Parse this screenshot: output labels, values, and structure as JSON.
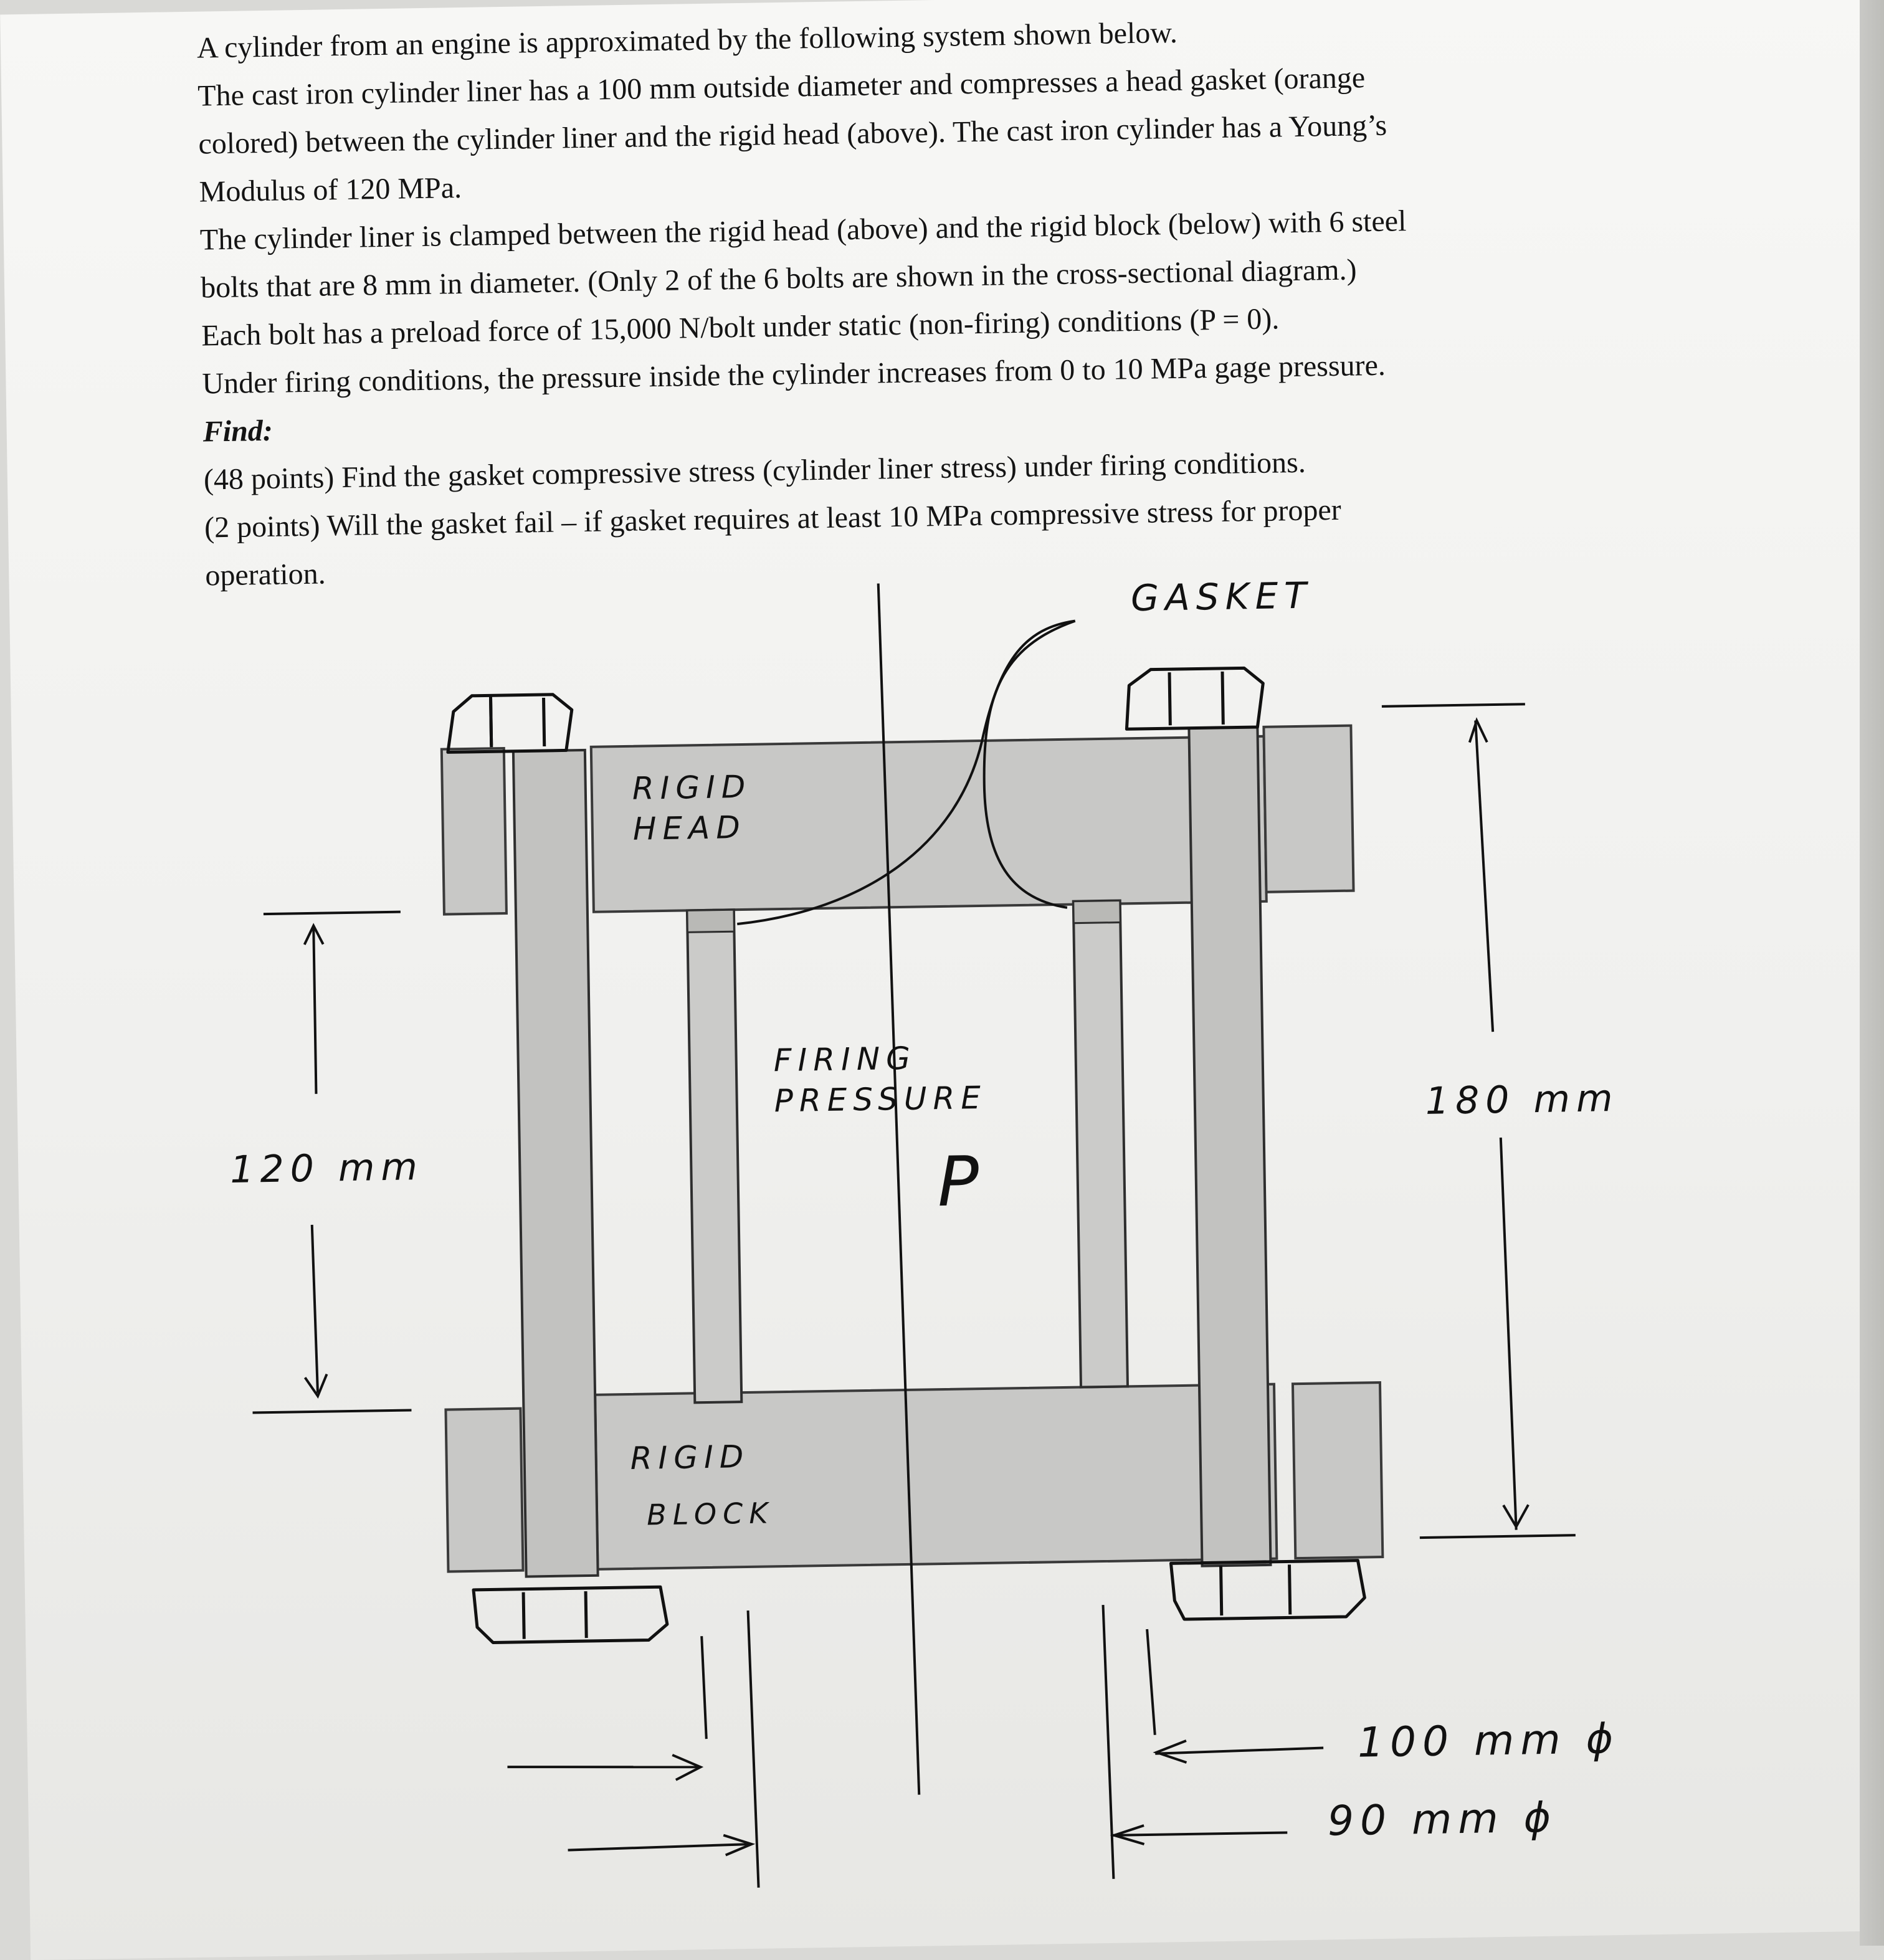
{
  "problem": {
    "lines": [
      "A cylinder from an engine is approximated by the following system shown below.",
      "The cast iron cylinder liner has a 100 mm outside diameter and compresses a head gasket (orange",
      "colored) between the cylinder liner and the rigid head (above).  The cast iron cylinder has a Young’s",
      "Modulus of 120 MPa.",
      "The cylinder liner is clamped between the rigid head (above) and the rigid block (below) with 6 steel",
      "bolts that are 8 mm in diameter.  (Only 2 of the 6 bolts are shown in the cross-sectional diagram.)",
      "Each bolt has a preload force of 15,000 N/bolt under static (non-firing) conditions (P = 0).",
      "Under firing conditions, the pressure inside the cylinder increases from 0 to 10 MPa gage pressure."
    ],
    "find_label": "Find:",
    "questions": [
      "(48 points) Find the gasket compressive stress (cylinder liner stress) under firing conditions.",
      "(2 points) Will the gasket fail – if gasket requires at least 10 MPa compressive stress for proper",
      "operation."
    ]
  },
  "diagram": {
    "labels": {
      "gasket": "GASKET",
      "rigid_head": [
        "RIGID",
        "HEAD"
      ],
      "firing_pressure": [
        "FIRING",
        "PRESSURE"
      ],
      "pressure_symbol": "P",
      "rigid_block": [
        "RIGID",
        "BLOCK"
      ],
      "dim_left": "120 mm",
      "dim_right": "180 mm",
      "dia_outer": "100 mm ϕ",
      "dia_inner": "90 mm ϕ"
    },
    "colors": {
      "part_fill": "#c8c8c6",
      "bolt_fill": "#c2c2c0",
      "liner_fill": "#cbcbc9",
      "ink": "#111111"
    }
  }
}
